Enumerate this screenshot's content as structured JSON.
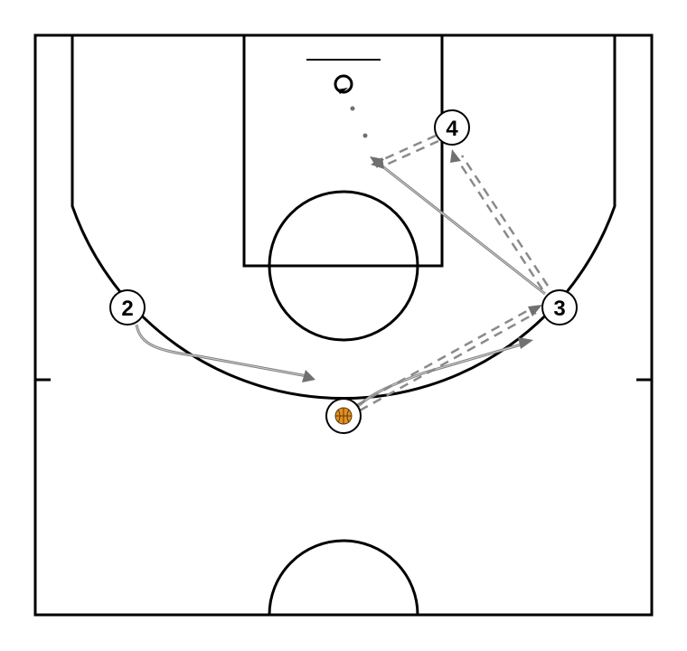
{
  "players": [
    {
      "id": "p2",
      "label": "2"
    },
    {
      "id": "p3",
      "label": "3"
    },
    {
      "id": "p4",
      "label": "4"
    }
  ],
  "colors": {
    "court_lines": "#000000",
    "movement_lines": "#808080",
    "pass_lines": "#8a8a8a",
    "ball": "#e8901c"
  },
  "icons": {
    "ball": "basketball-icon",
    "basket": "basket-icon"
  }
}
